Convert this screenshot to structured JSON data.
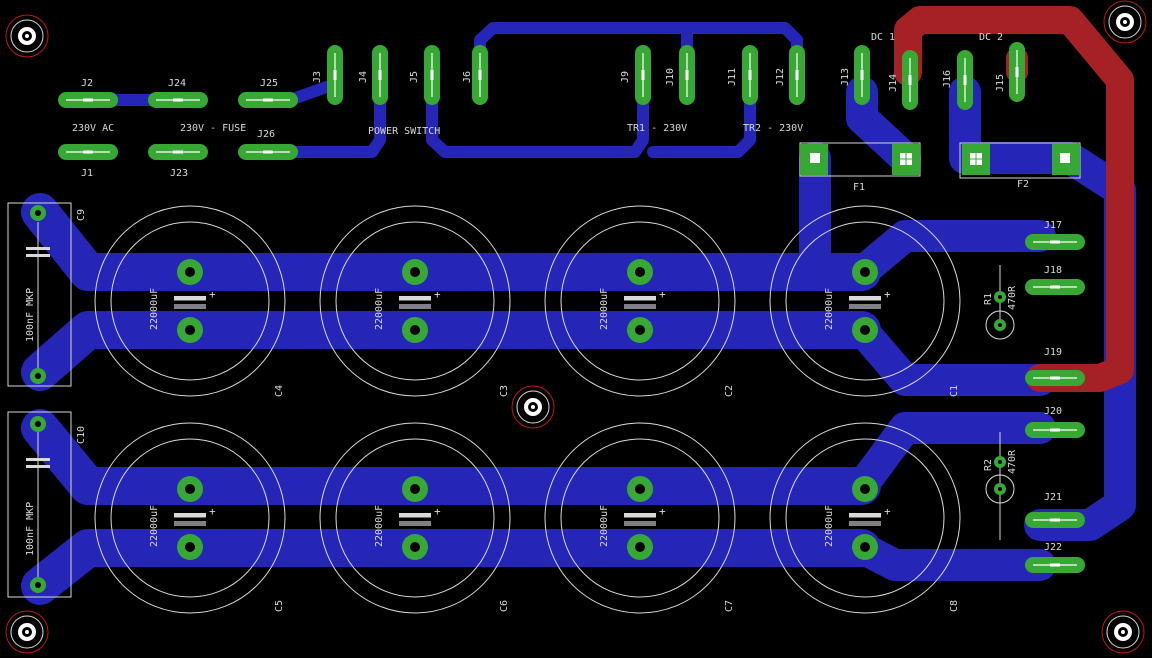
{
  "colors": {
    "background": "#000000",
    "bottom_copper": "#2525b8",
    "top_copper": "#a52125",
    "pad": "#36a833",
    "silkscreen": "#d9d9d9",
    "drill": "#ffffff",
    "hole_ring": "#c01818"
  },
  "labels": {
    "j2": "J2",
    "j24": "J24",
    "j25": "J25",
    "j1": "J1",
    "j23": "J23",
    "j26": "J26",
    "j3": "J3",
    "j4": "J4",
    "j5": "J5",
    "j6": "J6",
    "j9": "J9",
    "j10": "J10",
    "j11": "J11",
    "j12": "J12",
    "j13": "J13",
    "j14": "J14",
    "j16": "J16",
    "j15": "J15",
    "j17": "J17",
    "j18": "J18",
    "j19": "J19",
    "j20": "J20",
    "j21": "J21",
    "j22": "J22",
    "ac_230v": "230V AC",
    "fuse_230v": "230V - FUSE",
    "power_switch": "POWER SWITCH",
    "tr1": "TR1 - 230V",
    "tr2": "TR2 - 230V",
    "dc1": "DC 1",
    "dc2": "DC 2",
    "f1": "F1",
    "f2": "F2",
    "c9": "C9",
    "c10": "C10",
    "mkp1": "100nF MKP",
    "mkp2": "100nF MKP",
    "r1": "R1",
    "r1_val": "470R",
    "r2": "R2",
    "r2_val": "470R",
    "cap_value": "22000uF",
    "c1": "C1",
    "c2": "C2",
    "c3": "C3",
    "c4": "C4",
    "c5": "C5",
    "c6": "C6",
    "c7": "C7",
    "c8": "C8"
  }
}
